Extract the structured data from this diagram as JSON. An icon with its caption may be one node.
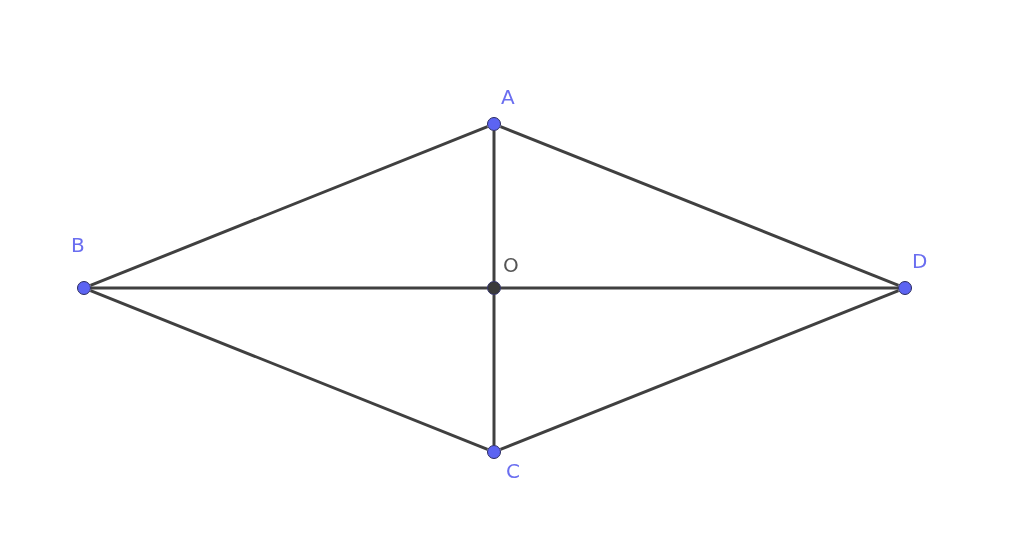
{
  "diagram": {
    "nodes": [
      {
        "text": [
          "A"
        ]
      },
      {
        "text": [
          "B"
        ]
      },
      {
        "text": [
          "O"
        ]
      },
      {
        "text": [
          "D"
        ]
      },
      {
        "text": [
          "C"
        ]
      }
    ],
    "edges": [
      {
        "from": 1,
        "to": 0,
        "arrow": "none"
      },
      {
        "from": 0,
        "to": 3,
        "arrow": "none"
      },
      {
        "from": 1,
        "to": 4,
        "arrow": "none"
      },
      {
        "from": 4,
        "to": 3,
        "arrow": "none"
      },
      {
        "from": 0,
        "to": 2,
        "arrow": "none"
      },
      {
        "from": 2,
        "to": 4,
        "arrow": "none"
      },
      {
        "from": 1,
        "to": 2,
        "arrow": "none"
      },
      {
        "from": 2,
        "to": 3,
        "arrow": "none"
      }
    ]
  }
}
